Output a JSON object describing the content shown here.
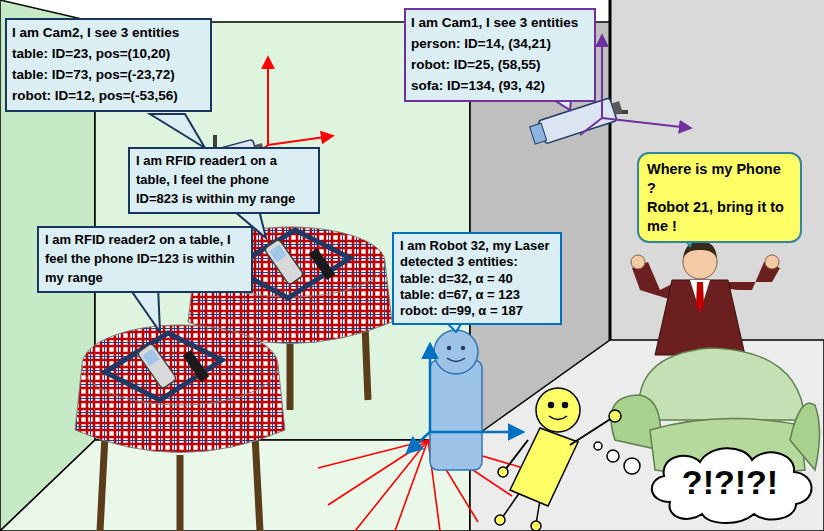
{
  "diagram": {
    "nodes": [
      {
        "text": [
          "I am Cam2, I see 3 entities",
          "table: ID=23, pos=(10,20)",
          "table: ID=73, pos=(-23,72)",
          "robot: ID=12, pos=(-53,56)"
        ]
      },
      {
        "text": [
          "I am Cam1, I see 3 entities",
          "person: ID=14, (34,21)",
          "robot: ID=25, (58,55)",
          "sofa: ID=134, (93, 42)"
        ]
      },
      {
        "text": [
          "Where is my Phone ?",
          "Robot 21, bring it to me !"
        ]
      },
      {
        "text": [
          "I am RFID reader1 on a table, I feel the phone ID=823 is within my range"
        ]
      },
      {
        "text": [
          "I am Robot 32, my Laser detected 3 entities:",
          "table: d=32, α = 40",
          "table: d=67, α = 123",
          "robot: d=99, α = 187"
        ]
      },
      {
        "text": [
          "I am RFID reader2 on a table, I feel the phone ID=123 is within my range"
        ]
      },
      {
        "text": [
          "?!?!?!"
        ]
      }
    ]
  }
}
